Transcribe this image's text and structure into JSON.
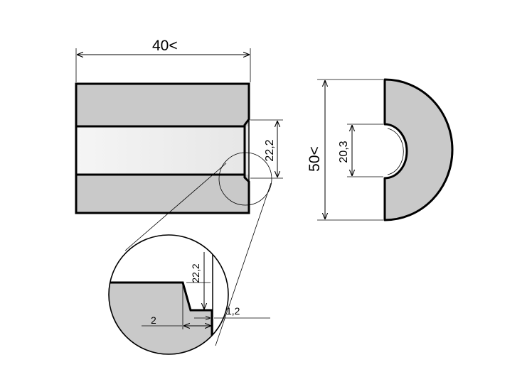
{
  "drawing": {
    "side_view": {
      "length_label": "40<",
      "bore_label": "22,2"
    },
    "end_view": {
      "diameter_label": "50<",
      "bore_label": "20,3"
    },
    "detail_view": {
      "step_height_label": "22,2",
      "step_width_label": "2",
      "wall_label": "1,2"
    },
    "colors": {
      "material_fill": "#c9c9c9",
      "bore_fill": "#efefef",
      "line": "#000000"
    }
  }
}
